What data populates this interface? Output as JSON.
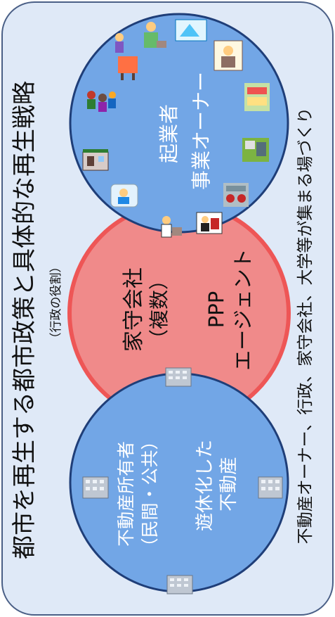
{
  "title": "都市を再生する都市政策と具体的な再生戦略",
  "subtitle": "（行政の役割）",
  "footer": "不動産オーナー、行政、家守会社、大学等が集まる場づくり",
  "left_circle": {
    "line1": "不動産所有者",
    "line2": "（民間・公共）",
    "line3": "遊休化した",
    "line4": "不動産"
  },
  "middle_circle": {
    "line1": "家守会社",
    "line2": "（複数）",
    "line3": "PPP",
    "line4": "エージェント"
  },
  "right_circle": {
    "line1": "起業者",
    "line2": "事業オーナー"
  },
  "colors": {
    "panel_bg": "#dfe9f7",
    "panel_border": "#4a5f86",
    "blue_circle": "#72a6e6",
    "blue_circle_edge": "#1f3e78",
    "red_circle": "#f08a8a",
    "red_circle_edge": "#ee5656",
    "text": "#111111",
    "text_light": "#ffffff"
  },
  "icons": {
    "building": "building-icon",
    "people": "people-scene-icon"
  }
}
